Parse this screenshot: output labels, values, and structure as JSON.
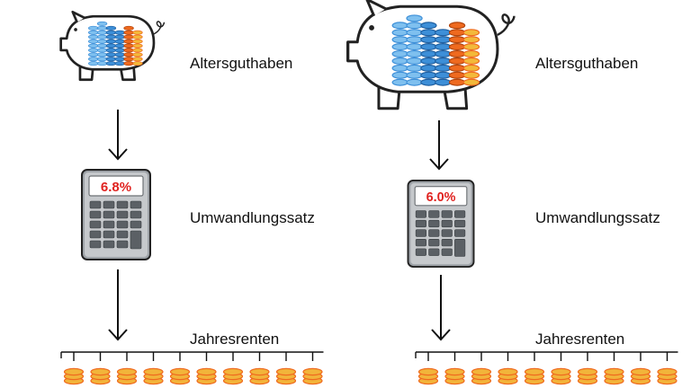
{
  "colors": {
    "coin_blue": "#3d8fd8",
    "coin_blue_light": "#7fc0ef",
    "coin_orange": "#ef6a1f",
    "coin_yellow": "#f3b93a",
    "coin_gold": "#f2b43a",
    "display_red": "#e0221f",
    "outline": "#222222"
  },
  "left": {
    "label_savings": "Altersguthaben",
    "label_rate": "Umwandlungssatz",
    "label_pensions": "Jahresrenten",
    "rate_display": "6.8%",
    "pension_coin_stacks": 10
  },
  "right": {
    "label_savings": "Altersguthaben",
    "label_rate": "Umwandlungssatz",
    "label_pensions": "Jahresrenten",
    "rate_display": "6.0%",
    "pension_coin_stacks": 10
  }
}
